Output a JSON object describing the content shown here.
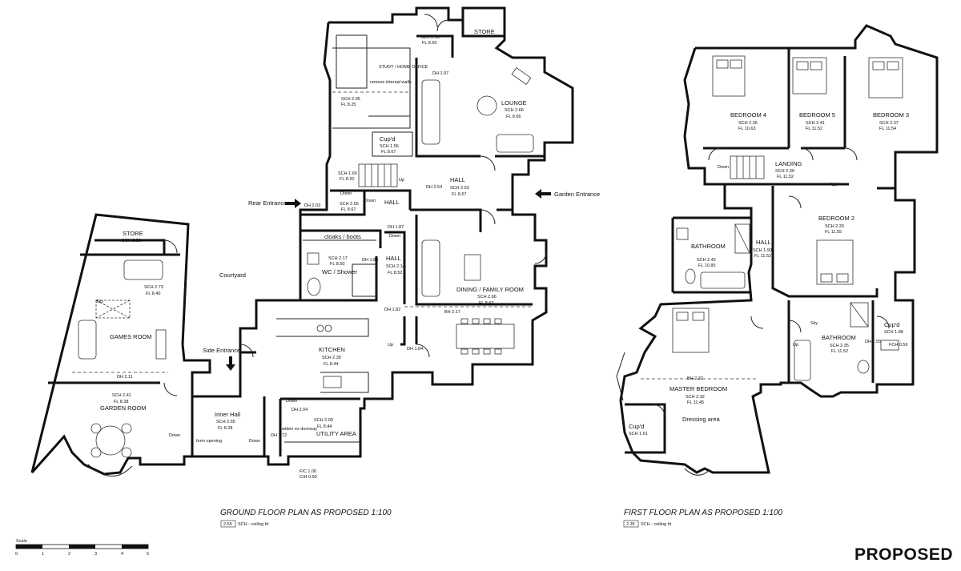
{
  "title_stamp": "PROPOSED",
  "ground_floor": {
    "caption": "GROUND FLOOR PLAN AS PROPOSED  1:100",
    "legend_tag": "2.65",
    "legend_text": "SCH - ceiling ht",
    "rooms": [
      {
        "name": "STORE",
        "tag": "",
        "fl": ""
      },
      {
        "name": "STUDY / HOME OFFICE",
        "tag": "",
        "fl": ""
      },
      {
        "name": "LOUNGE",
        "tag": "SCH 2.66",
        "fl": "FL 8.66"
      },
      {
        "name": "Cup'd",
        "tag": "SCH 1.56",
        "fl": "FL 8.67"
      },
      {
        "name": "HALL",
        "tag": "SCH 2.63",
        "fl": "FL 8.67"
      },
      {
        "name": "HALL",
        "tag": "SCH 2.65",
        "fl": "FL 8.67"
      },
      {
        "name": "STORE",
        "tag": "SCH 2.58",
        "fl": ""
      },
      {
        "name": "GAMES ROOM",
        "tag": "SCH 2.73",
        "fl": "FL 8.40"
      },
      {
        "name": "cloaks / boots",
        "tag": "",
        "fl": ""
      },
      {
        "name": "WC / Shower",
        "tag": "SCH 2.17",
        "fl": "FL 8.50"
      },
      {
        "name": "HALL",
        "tag": "SCH 2.14",
        "fl": "FL 8.52"
      },
      {
        "name": "DINING / FAMILY ROOM",
        "tag": "SCH 2.66",
        "fl": "FL 8.63"
      },
      {
        "name": "KITCHEN",
        "tag": "SCH 2.39",
        "fl": "FL 8.44"
      },
      {
        "name": "GARDEN ROOM",
        "tag": "SCH 2.41",
        "fl": "FL 8.38"
      },
      {
        "name": "Inner Hall",
        "tag": "SCH 2.65",
        "fl": "FL 8.28"
      },
      {
        "name": "UTILITY AREA",
        "tag": "SCH 2.00",
        "fl": "FL 8.44"
      }
    ],
    "labels": {
      "courtyard": "Courtyard",
      "rear_entrance": "Rear Entrance",
      "garden_entrance": "Garden Entrance",
      "side_entrance": "Side Entrance",
      "remove_walls": "remove internal walls",
      "form_opening": "form opening",
      "widen_doorway": "widen ex doorway",
      "sky": "Sky",
      "down": "Down",
      "up": "Up",
      "dh_197": "DH 1.97",
      "dh_203": "DH 2.03",
      "dh_254": "DH 2.54",
      "dh_187": "DH 1.87",
      "dh_188": "DH 1.88",
      "dh_182": "DH 1.82",
      "dh_184": "DH 1.84",
      "dh_211": "DH 2.11",
      "dh_204": "DH 2.04",
      "dh_172": "DH 1.72",
      "bh_217": "BH 2.17",
      "sch_216": "SCH 2.16",
      "fl_860": "FL 8.60",
      "fl_825": "FL 8.25",
      "sch_205": "SCH 2.05",
      "sch_160": "SCH 1.60",
      "fl_820": "FL 8.20",
      "fc_100": "F/C 1.00",
      "ch_090": "C/H 0.90"
    }
  },
  "first_floor": {
    "caption": "FIRST FLOOR PLAN AS PROPOSED  1:100",
    "legend_tag": "2.35",
    "legend_text": "SCH - ceiling ht",
    "rooms": [
      {
        "name": "BEDROOM 4",
        "tag": "SCH 2.35",
        "fl": "FL 10.63"
      },
      {
        "name": "BEDROOM 5",
        "tag": "SCH 2.41",
        "fl": "FL 11.52"
      },
      {
        "name": "BEDROOM 3",
        "tag": "SCH 2.37",
        "fl": "FL 11.54"
      },
      {
        "name": "LANDING",
        "tag": "SCH 2.39",
        "fl": "FL 11.52"
      },
      {
        "name": "BEDROOM 2",
        "tag": "SCH 2.33",
        "fl": "FL 11.55"
      },
      {
        "name": "BATHROOM",
        "tag": "SCH 2.42",
        "fl": "FL 10.85"
      },
      {
        "name": "HALL",
        "tag": "SCH 1.90",
        "fl": "FL 11.52"
      },
      {
        "name": "BATHROOM",
        "tag": "SCH 2.35",
        "fl": "FL 11.52"
      },
      {
        "name": "Cup'd",
        "tag": "SCH 1.88",
        "fl": ""
      },
      {
        "name": "MASTER BEDROOM",
        "tag": "SCH 2.32",
        "fl": "FL 11.45"
      },
      {
        "name": "Cup'd",
        "tag": "SCH 1.61",
        "fl": ""
      }
    ],
    "labels": {
      "dressing_area": "Dressing area",
      "down": "Down",
      "up": "Up",
      "sky": "Sky",
      "bh_232": "BH 2.32",
      "dh_155": "DH 1.55",
      "fch_056": "FCH 0.56"
    }
  },
  "scale_bar": {
    "title": "Scale",
    "ticks": [
      "0",
      "1",
      "2",
      "3",
      "4",
      "5"
    ]
  }
}
